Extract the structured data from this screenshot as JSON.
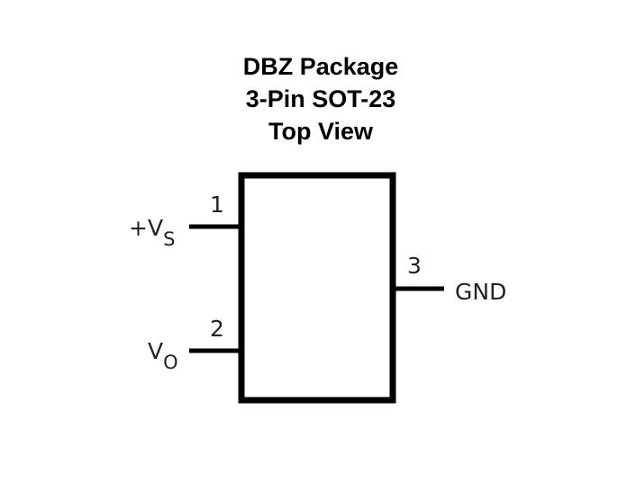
{
  "title": {
    "line1": "DBZ Package",
    "line2": "3-Pin SOT-23",
    "line3": "Top View"
  },
  "pins": [
    {
      "number": "1",
      "name_main": "+V",
      "name_sub": "S"
    },
    {
      "number": "2",
      "name_main": "V",
      "name_sub": "O"
    },
    {
      "number": "3",
      "name_main": "GND"
    }
  ]
}
